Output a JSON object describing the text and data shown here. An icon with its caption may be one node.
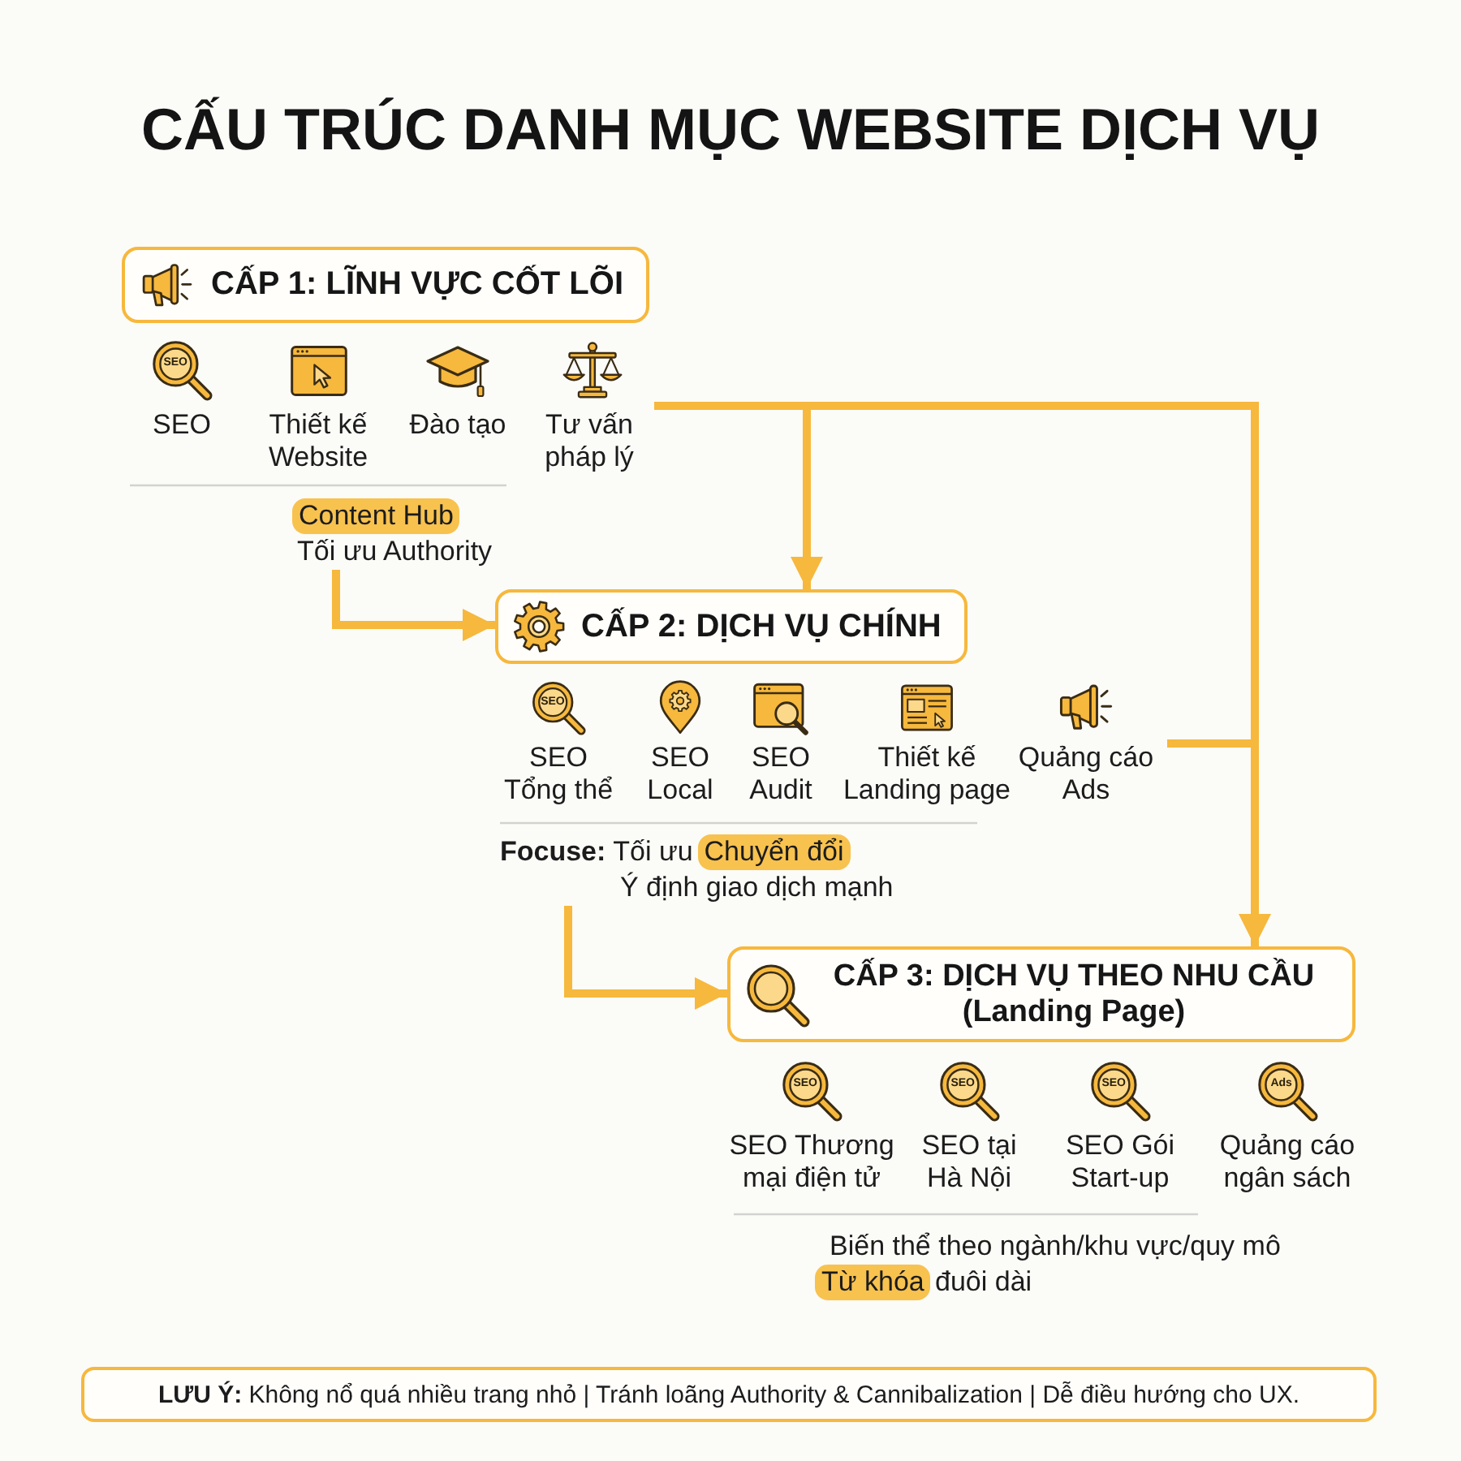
{
  "diagram": {
    "title": "CẤU TRÚC DANH MỤC WEBSITE DỊCH VỤ",
    "nodes": [
      {
        "text": [
          "CẤP 1: LĨNH VỰC CỐT LÕI"
        ]
      },
      {
        "text": [
          "Tư vấn pháp lý"
        ]
      },
      {
        "text": [
          "Content Hub",
          "Tối ưu Authority"
        ]
      },
      {
        "text": [
          "CẤP 2: DỊCH VỤ CHÍNH"
        ]
      },
      {
        "text": [
          "Quảng cáo Ads"
        ]
      },
      {
        "text": [
          "**Focuse:** Tối ưu",
          "Chuyển đổi",
          "Ý định giao dịch mạnh"
        ]
      },
      {
        "text": [
          "CẤP 3: DỊCH VỤ THEO NHU CẦU (Landing Page)"
        ]
      },
      {
        "text": [
          "**LƯU Ý:** Không nổ quá nhiều trang nhỏ | Tránh loãng Authority & Cannibalization | Dễ điều hướng cho UX."
        ]
      }
    ],
    "edges": [
      {
        "from": 1,
        "to": 3,
        "arrow": "to"
      },
      {
        "from": 1,
        "to": 6,
        "arrow": "to"
      },
      {
        "from": 4,
        "to": 6,
        "arrow": "to"
      },
      {
        "from": 2,
        "to": 3,
        "arrow": "to"
      },
      {
        "from": 5,
        "to": 6,
        "arrow": "to"
      }
    ],
    "labels": [
      "SEO",
      "SEO",
      "Thiết kế Website",
      "Đào tạo",
      "SEO",
      "SEO Tổng thể",
      "SEO Local",
      "SEO Audit",
      "Thiết kế Landing page",
      "SEO",
      "SEO",
      "SEO",
      "Ads",
      "SEO Thương mại điện tử",
      "SEO tại Hà Nội",
      "SEO Gói Start-up",
      "Quảng cáo ngân sách",
      "Biến thể theo ngành/khu vực/quy mô",
      "Từ khóa",
      "đuôi dài"
    ]
  }
}
